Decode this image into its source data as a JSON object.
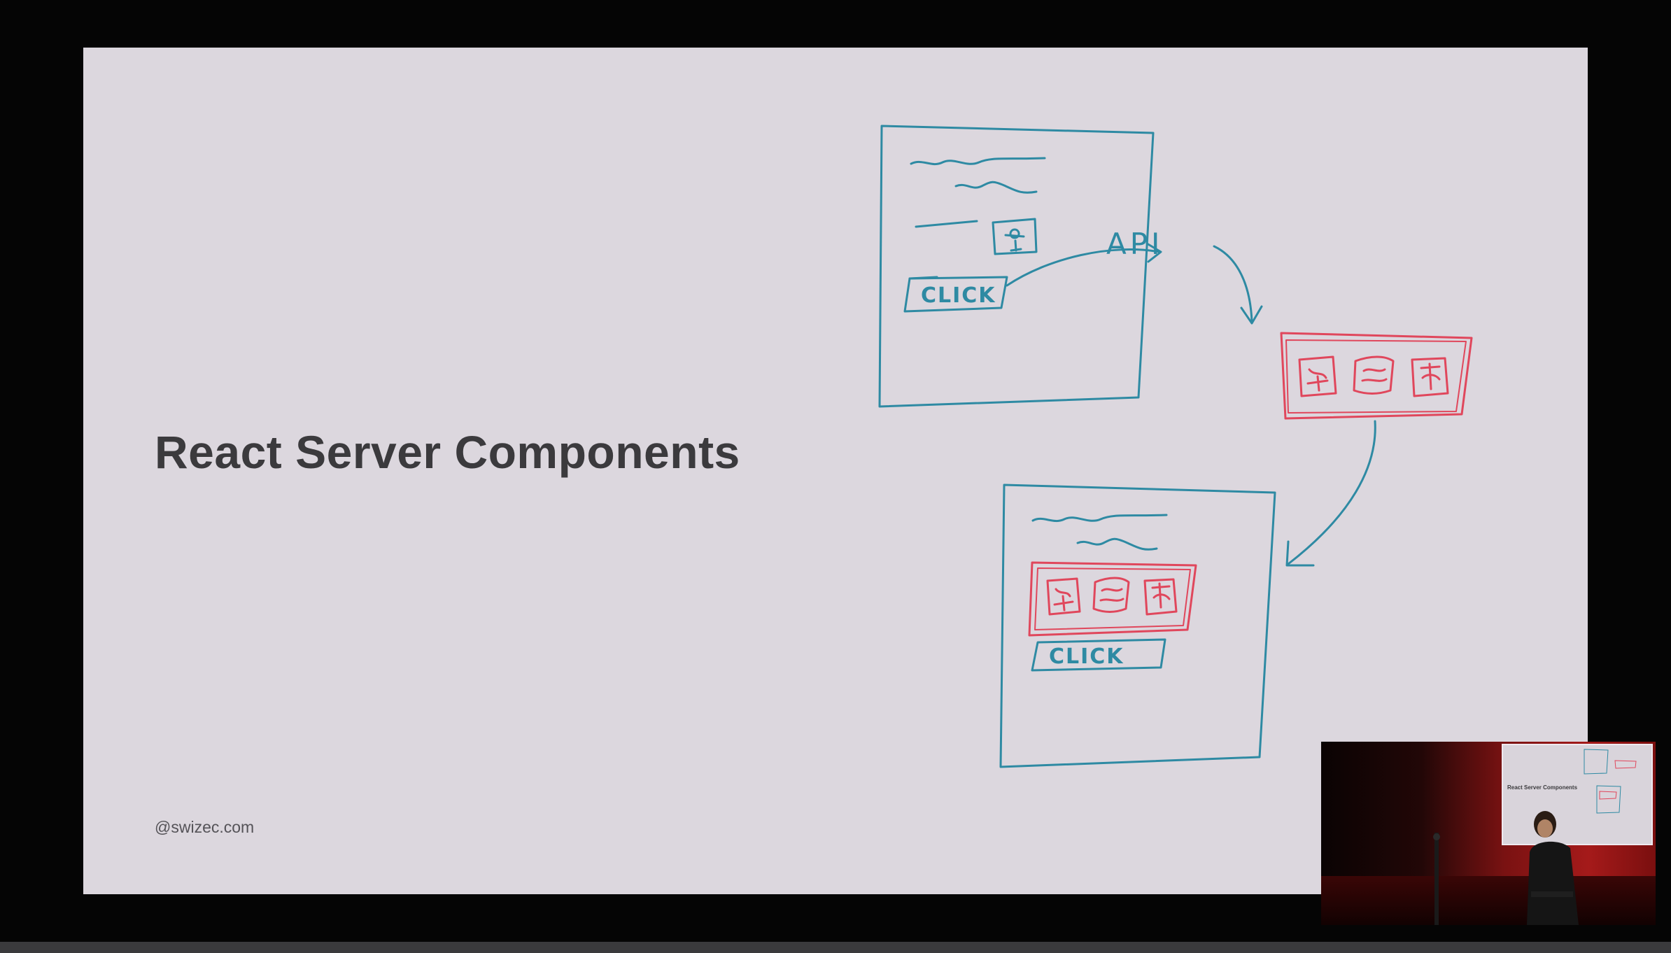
{
  "slide": {
    "title": "React Server Components",
    "handle": "@swizec.com",
    "colors": {
      "background": "#dcd7de",
      "title": "#3b3a3d",
      "sketch_client": "#2e8aa3",
      "sketch_server": "#e0475c"
    }
  },
  "diagram": {
    "api_label": "API",
    "button_label": "CLICK"
  },
  "video_overlay": {
    "screen_title": "React Server Components"
  }
}
